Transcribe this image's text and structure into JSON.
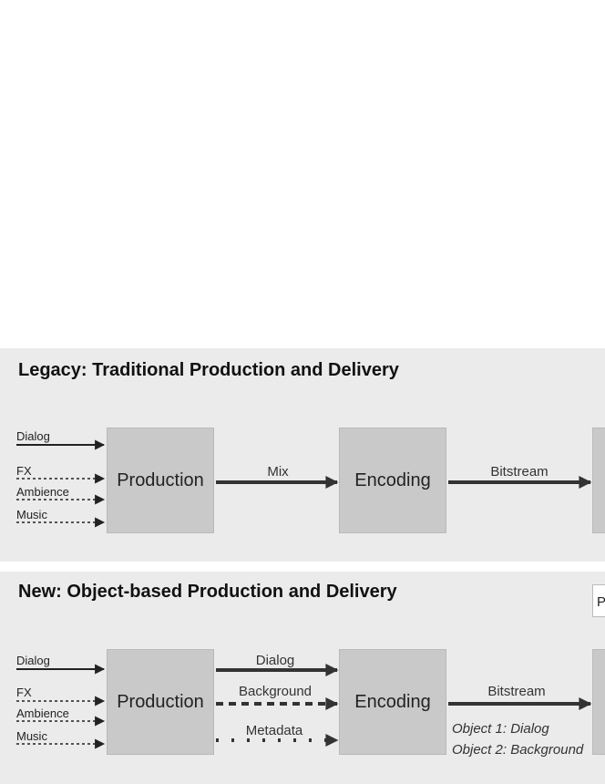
{
  "legacy": {
    "title": "Legacy: Traditional Production and Delivery",
    "inputs": [
      "Dialog",
      "FX",
      "Ambience",
      "Music"
    ],
    "production": "Production",
    "mix": "Mix",
    "encoding": "Encoding",
    "bitstream": "Bitstream"
  },
  "object_based": {
    "title": "New: Object-based Production and Delivery",
    "inputs": [
      "Dialog",
      "FX",
      "Ambience",
      "Music"
    ],
    "production": "Production",
    "flows": [
      "Dialog",
      "Background",
      "Metadata"
    ],
    "encoding": "Encoding",
    "bitstream": "Bitstream",
    "objects": [
      "Object 1: Dialog",
      "Object 2: Background"
    ],
    "partial_box_text": "P"
  },
  "colors": {
    "panel": "#ebebeb",
    "box": "#c9c9c9",
    "arrow": "#333333"
  }
}
